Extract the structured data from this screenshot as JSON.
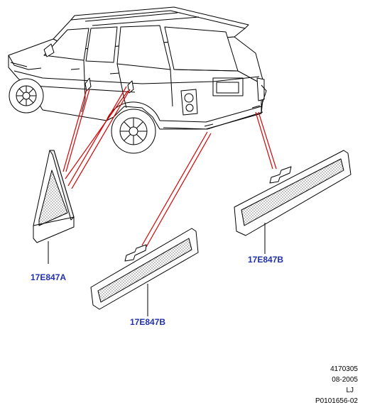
{
  "callouts": {
    "part_a": "17E847A",
    "part_b_front": "17E847B",
    "part_b_rear": "17E847B"
  },
  "footer": {
    "line1": "4170305",
    "line2": "08-2005",
    "line3": "LJ",
    "line4": "P0101656-02"
  },
  "colors": {
    "callout_text": "#1f2fb0",
    "leader_lines": "#d40000",
    "outline": "#000000"
  }
}
